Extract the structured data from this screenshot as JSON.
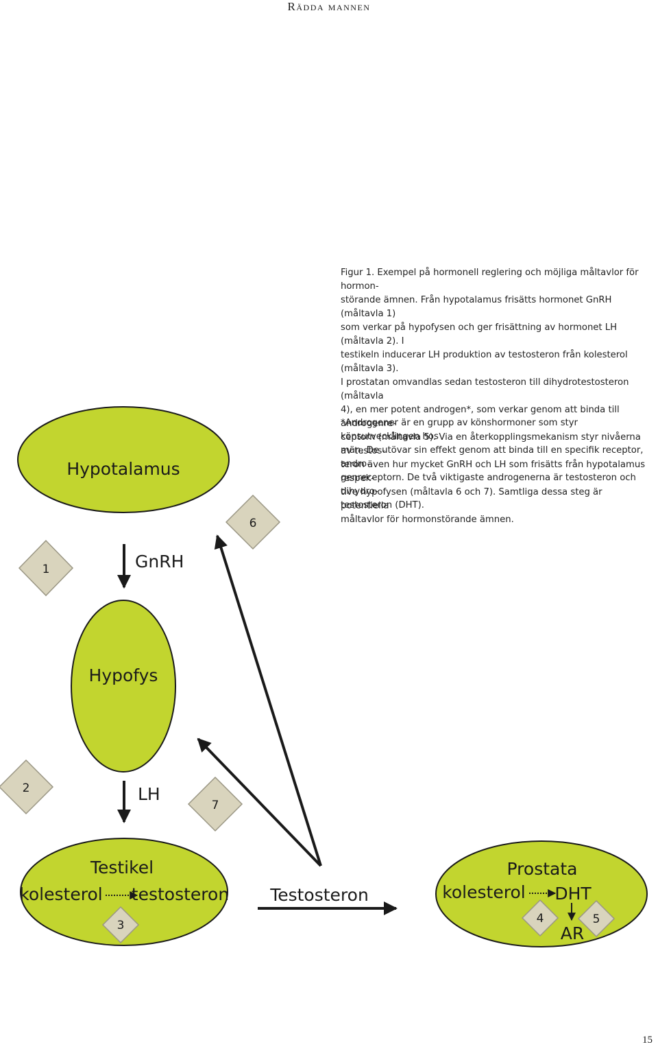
{
  "header": {
    "title": "Rädda mannen"
  },
  "caption": {
    "lines": [
      "Figur 1. Exempel på hormonell reglering och möjliga måltavlor för hormon-",
      "störande ämnen. Från hypotalamus frisätts hormonet GnRH (måltavla 1)",
      "som verkar på hypofysen och ger frisättning av hormonet LH (måltavla 2). I",
      "testikeln inducerar LH produktion av testosteron från kolesterol (måltavla 3).",
      "I prostatan omvandlas sedan testosteron till dihydrotestosteron (måltavla",
      "4), en mer potent androgen*, som verkar genom att binda till androgenre-",
      "ceptorn (måltavla 5). Via en återkopplingsmekanism styr nivåerna av testos-",
      "teron även hur mycket GnRH och LH som frisätts från hypotalamus respek-",
      "tive hypofysen (måltavla 6 och 7). Samtliga dessa steg är potentiella",
      "måltavlor för hormonstörande ämnen."
    ]
  },
  "footnote": {
    "lines": [
      "*Androgener är en grupp av könshormoner som styr könsutvecklingen hos",
      "män. De utövar sin effekt genom att binda till en specifik receptor, andro-",
      "genreceptorn. De två viktigaste androgenerna är testosteron och dihydro-",
      "testosteron (DHT)."
    ]
  },
  "diagram": {
    "colors": {
      "organ_fill": "#c2d52f",
      "organ_stroke": "#1a1a1a",
      "target_fill": "#d9d4bd",
      "target_stroke": "#9a9684",
      "arrow": "#1a1a1a"
    },
    "nodes": {
      "hypotalamus": "Hypotalamus",
      "hypofys": "Hypofys",
      "testikel": "Testikel",
      "prostata": "Prostata"
    },
    "labels": {
      "gnrh": "GnRH",
      "lh": "LH",
      "testosteron_main": "Testosteron",
      "testikel_kolesterol": "kolesterol",
      "testikel_testosteron": "testosteron",
      "prostata_kolesterol": "kolesterol",
      "dht": "DHT",
      "ar": "AR"
    },
    "targets": [
      "1",
      "2",
      "3",
      "4",
      "5",
      "6",
      "7"
    ]
  },
  "page_number": "15"
}
